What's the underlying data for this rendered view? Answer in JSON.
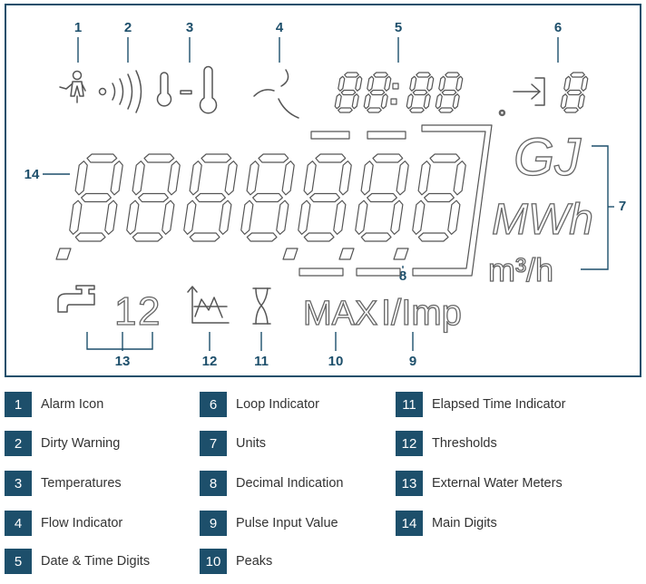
{
  "callouts": {
    "c1": "1",
    "c2": "2",
    "c3": "3",
    "c4": "4",
    "c5": "5",
    "c6": "6",
    "c7": "7",
    "c8": "8",
    "c9": "9",
    "c10": "10",
    "c11": "11",
    "c12": "12",
    "c13": "13",
    "c14": "14"
  },
  "lcd": {
    "units_gj": "GJ",
    "units_mwh": "MWh",
    "units_m3h": "m³/h",
    "degree": "°",
    "max": "MAX",
    "imp": "I/Imp",
    "meter_1": "1",
    "meter_2": "2"
  },
  "legend": [
    {
      "num": "1",
      "label": "Alarm Icon"
    },
    {
      "num": "2",
      "label": "Dirty Warning"
    },
    {
      "num": "3",
      "label": "Temperatures"
    },
    {
      "num": "4",
      "label": "Flow Indicator"
    },
    {
      "num": "5",
      "label": "Date & Time Digits"
    },
    {
      "num": "6",
      "label": "Loop Indicator"
    },
    {
      "num": "7",
      "label": "Units"
    },
    {
      "num": "8",
      "label": "Decimal Indication"
    },
    {
      "num": "9",
      "label": "Pulse Input Value"
    },
    {
      "num": "10",
      "label": "Peaks"
    },
    {
      "num": "11",
      "label": "Elapsed Time Indicator"
    },
    {
      "num": "12",
      "label": "Thresholds"
    },
    {
      "num": "13",
      "label": "External Water Meters"
    },
    {
      "num": "14",
      "label": "Main Digits"
    }
  ],
  "colors": {
    "accent": "#1d4f6b",
    "segment_stroke": "#555555"
  }
}
